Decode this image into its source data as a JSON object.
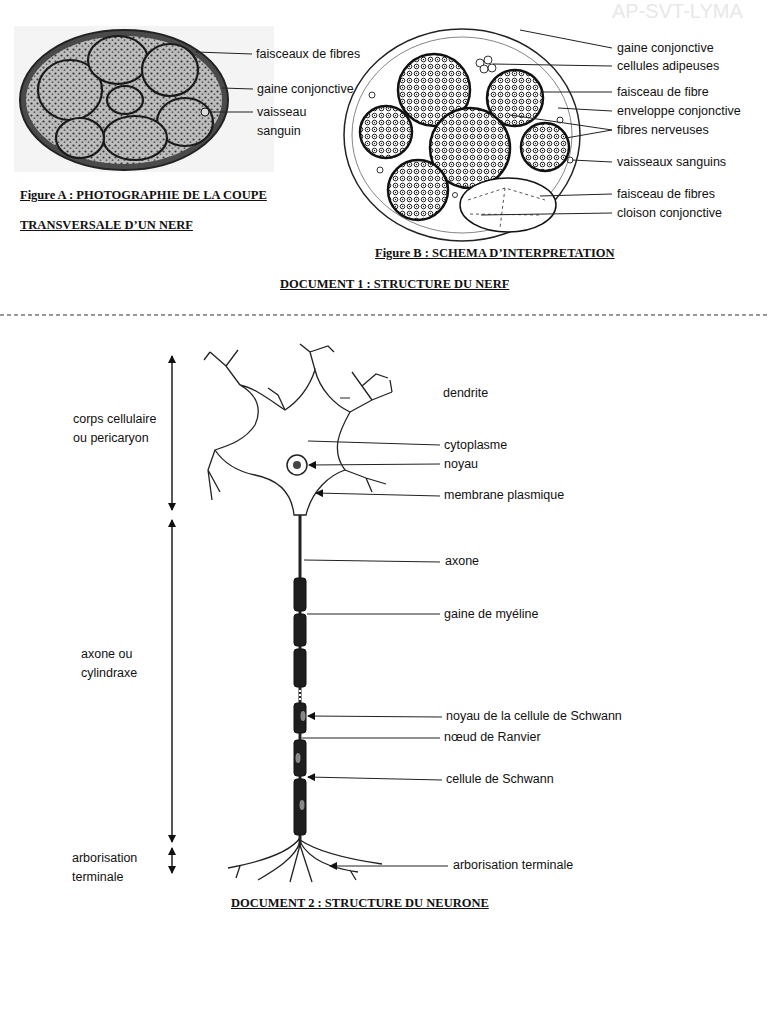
{
  "diagram": {
    "labels": [
      "AP-SVT-LYMA",
      "faisceaux de fibres",
      "gaine conjonctive",
      "vaisseau sanguin",
      "Figure A : PHOTOGRAPHIE DE LA COUPE TRANSVERSALE D’UN NERF",
      "gaine conjonctive",
      "cellules adipeuses",
      "faisceau de fibre",
      "enveloppe conjonctive",
      "fibres nerveuses",
      "vaisseaux sanguins",
      "faisceau de fibres",
      "cloison conjonctive",
      "Figure B : SCHEMA D’INTERPRETATION",
      "DOCUMENT 1 : STRUCTURE DU NERF",
      "corps cellulaire ou pericaryon",
      "axone ou cylindraxe",
      "arborisation terminale",
      "dendrite",
      "cytoplasme",
      "noyau",
      "membrane plasmique",
      "axone",
      "gaine de myéline",
      "noyau de la cellule de Schwann",
      "nœud de Ranvier",
      "cellule de Schwann",
      "arborisation terminale",
      "DOCUMENT 2 : STRUCTURE DU NEURONE"
    ]
  }
}
